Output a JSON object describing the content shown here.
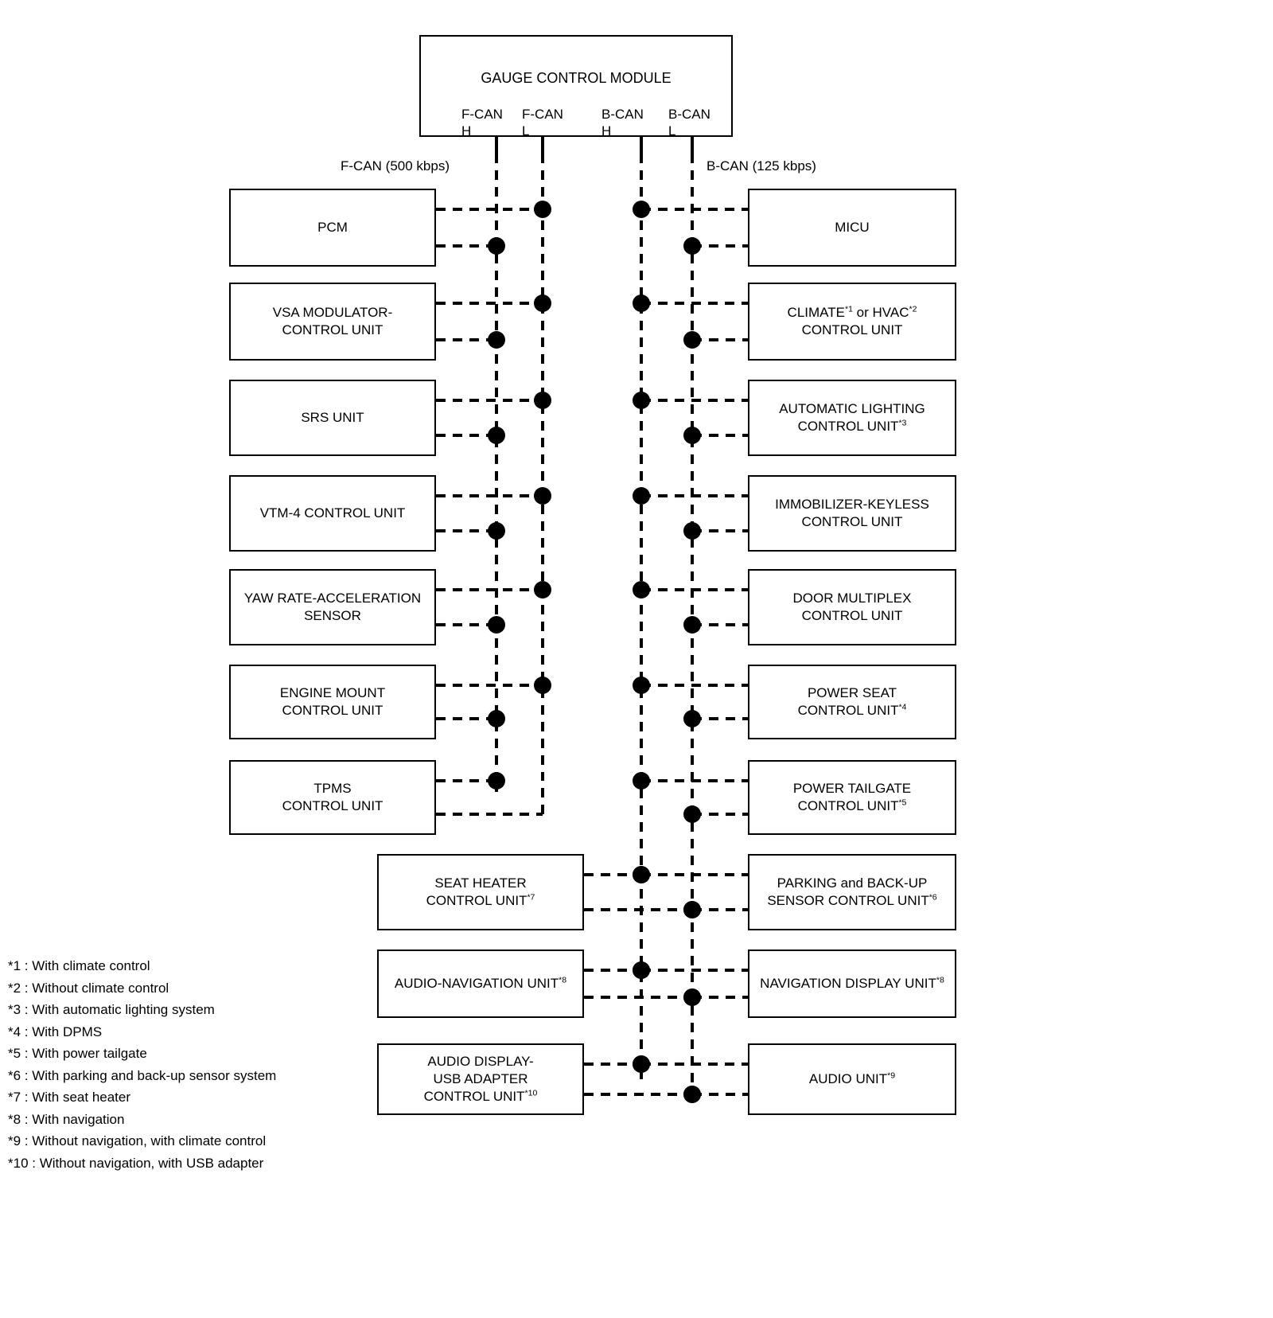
{
  "diagram": {
    "title": "GAUGE CONTROL MODULE",
    "bus_labels": {
      "left": "F-CAN (500 kbps)",
      "right": "B-CAN (125 kbps)"
    },
    "pins": [
      {
        "name": "F-CAN\nH"
      },
      {
        "name": "F-CAN\nL"
      },
      {
        "name": "B-CAN\nH"
      },
      {
        "name": "B-CAN\nL"
      }
    ],
    "left_column": [
      {
        "label": "PCM"
      },
      {
        "label": "VSA MODULATOR-\nCONTROL UNIT"
      },
      {
        "label": "SRS UNIT"
      },
      {
        "label": "VTM-4 CONTROL UNIT"
      },
      {
        "label": "YAW RATE-ACCELERATION\nSENSOR"
      },
      {
        "label": "ENGINE MOUNT\nCONTROL UNIT"
      },
      {
        "label": "TPMS\nCONTROL UNIT"
      }
    ],
    "right_column": [
      {
        "label": "MICU",
        "sup": ""
      },
      {
        "label": "CLIMATE*1 or HVAC*2\nCONTROL UNIT"
      },
      {
        "label": "AUTOMATIC LIGHTING\nCONTROL UNIT*3"
      },
      {
        "label": "IMMOBILIZER-KEYLESS\nCONTROL UNIT"
      },
      {
        "label": "DOOR MULTIPLEX\nCONTROL UNIT"
      },
      {
        "label": "POWER SEAT\nCONTROL UNIT*4"
      },
      {
        "label": "POWER TAILGATE\nCONTROL UNIT*5"
      },
      {
        "label": "PARKING and BACK-UP\nSENSOR CONTROL UNIT*6"
      },
      {
        "label": "NAVIGATION DISPLAY UNIT*8"
      },
      {
        "label": "AUDIO UNIT*9"
      }
    ],
    "center_column": [
      {
        "label": "SEAT HEATER\nCONTROL UNIT*7"
      },
      {
        "label": "AUDIO-NAVIGATION UNIT*8"
      },
      {
        "label": "AUDIO DISPLAY-\nUSB ADAPTER\nCONTROL UNIT*10"
      }
    ],
    "footnotes": [
      "*1 : With climate control",
      "*2 : Without climate control",
      "*3 : With automatic lighting system",
      "*4 : With DPMS",
      "*5 : With power tailgate",
      "*6 : With parking and back-up sensor system",
      "*7 : With seat heater",
      "*8 : With navigation",
      "*9 : Without navigation, with climate control",
      "*10 : Without navigation, with USB adapter"
    ],
    "colors": {
      "line": "#000000",
      "background": "#ffffff"
    }
  }
}
